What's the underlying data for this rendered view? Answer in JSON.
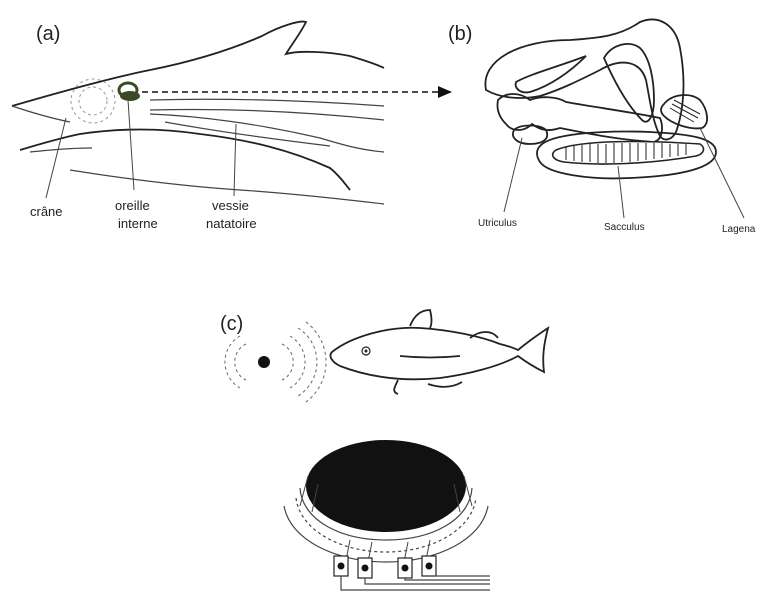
{
  "panels": {
    "a": {
      "tag": "(a)",
      "labels": {
        "skull": "crâne",
        "inner_ear_1": "oreille",
        "inner_ear_2": "interne",
        "swim_bladder_1": "vessie",
        "swim_bladder_2": "natatoire"
      }
    },
    "b": {
      "tag": "(b)",
      "labels": {
        "utriculus": "Utriculus",
        "sacculus": "Sacculus",
        "lagena": "Lagena"
      }
    },
    "c": {
      "tag": "(c)"
    }
  },
  "colors": {
    "ear_fill": "#3a4a28",
    "otolith": "#111111",
    "line": "#444444"
  }
}
